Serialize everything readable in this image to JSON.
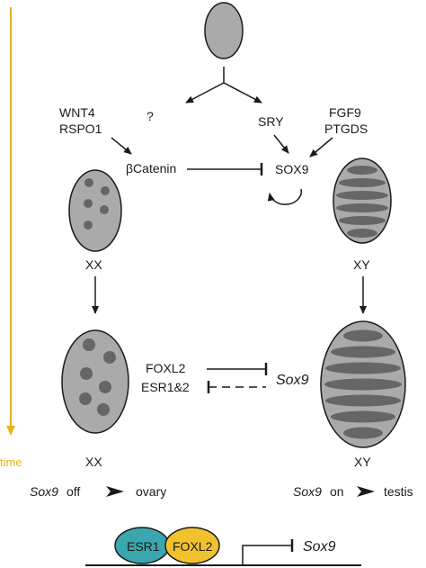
{
  "labels": {
    "wnt4": "WNT4",
    "rspo1": "RSPO1",
    "question": "?",
    "sry": "SRY",
    "fgf9": "FGF9",
    "ptgds": "PTGDS",
    "bcatenin": "βCatenin",
    "sox9_protein": "SOX9",
    "xx_top": "XX",
    "xy_top": "XY",
    "foxl2": "FOXL2",
    "esr": "ESR1&2",
    "sox9_gene": "Sox9",
    "xx_bottom": "XX",
    "xy_bottom": "XY",
    "time": "time",
    "left_outcome_gene": "Sox9",
    "left_outcome_state": "off",
    "left_outcome_result": "ovary",
    "right_outcome_gene": "Sox9",
    "right_outcome_state": "on",
    "right_outcome_result": "testis",
    "esr1_protein": "ESR1",
    "foxl2_protein": "FOXL2",
    "promoter_gene": "Sox9"
  },
  "colors": {
    "gonad_fill": "#aaaaaa",
    "spot_fill": "#666666",
    "time_arrow": "#e8b020",
    "esr1": "#3aa6ad",
    "foxl2": "#f2c12e",
    "line": "#1a1a1a"
  }
}
